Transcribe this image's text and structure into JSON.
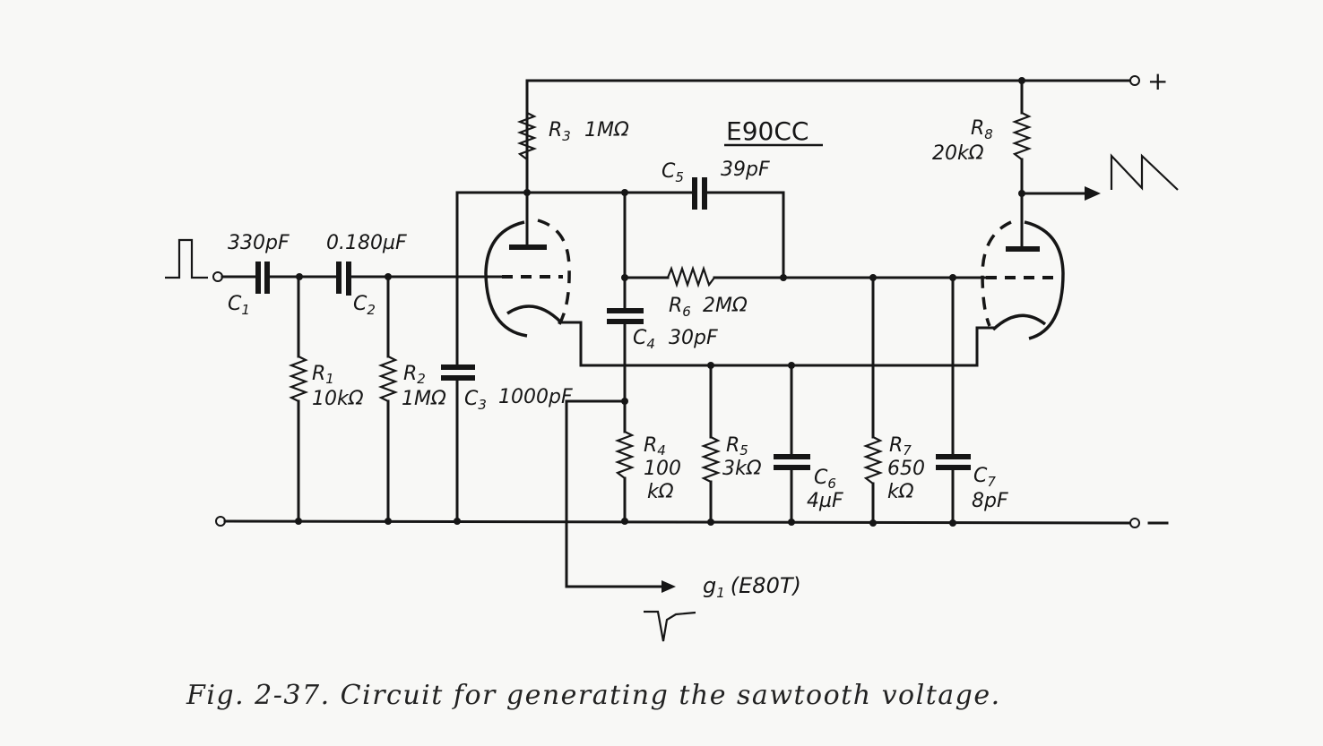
{
  "diagram": {
    "tube_type": "E90CC",
    "supply": {
      "positive": "+",
      "negative": "−"
    },
    "output_target": "g",
    "output_target_sub": "1",
    "output_target_tube": "(E80T)",
    "components": {
      "C1": {
        "name": "C",
        "sub": "1",
        "value": "330pF"
      },
      "C2": {
        "name": "C",
        "sub": "2",
        "value": "0.180µF"
      },
      "C3": {
        "name": "C",
        "sub": "3",
        "value": "1000pF"
      },
      "C4": {
        "name": "C",
        "sub": "4",
        "value": "30pF"
      },
      "C5": {
        "name": "C",
        "sub": "5",
        "value": "39pF"
      },
      "C6": {
        "name": "C",
        "sub": "6",
        "value": "4µF"
      },
      "C7": {
        "name": "C",
        "sub": "7",
        "value": "8pF"
      },
      "R1": {
        "name": "R",
        "sub": "1",
        "value": "10kΩ"
      },
      "R2": {
        "name": "R",
        "sub": "2",
        "value": "1MΩ"
      },
      "R3": {
        "name": "R",
        "sub": "3",
        "value": "1MΩ"
      },
      "R4": {
        "name": "R",
        "sub": "4",
        "value_line1": "100",
        "value_line2": "kΩ"
      },
      "R5": {
        "name": "R",
        "sub": "5",
        "value": "3kΩ"
      },
      "R6": {
        "name": "R",
        "sub": "6",
        "value": "2MΩ"
      },
      "R7": {
        "name": "R",
        "sub": "7",
        "value_line1": "650",
        "value_line2": "kΩ"
      },
      "R8": {
        "name": "R",
        "sub": "8",
        "value": "20kΩ"
      }
    },
    "waveforms": {
      "input": "square-pulse",
      "output": "sawtooth",
      "g1_pulse": "negative-spike"
    }
  },
  "caption": "Fig. 2-37.  Circuit for generating the sawtooth voltage."
}
